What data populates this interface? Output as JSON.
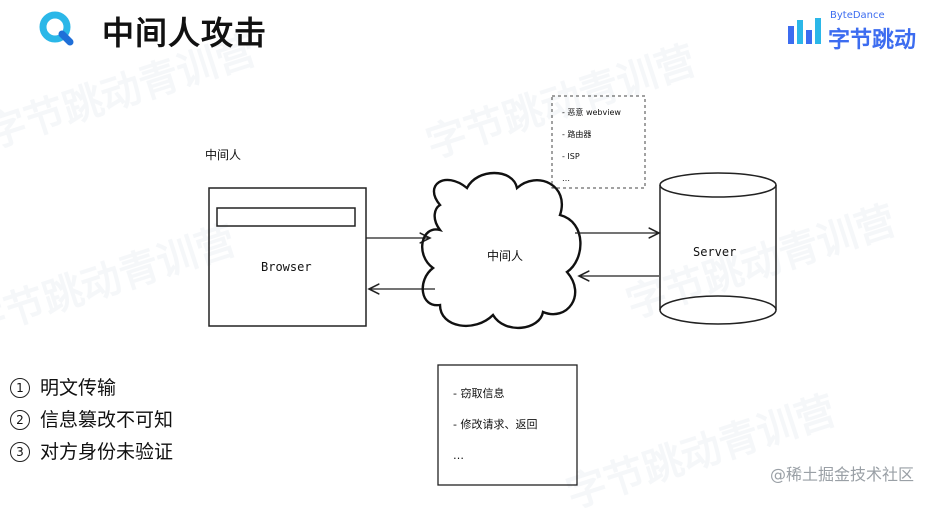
{
  "header": {
    "title": "中间人攻击",
    "brand_en": "ByteDance",
    "brand_cn": "字节跳动"
  },
  "watermark_text": "字节跳动青训营",
  "diagram": {
    "mitm_label": "中间人",
    "browser_label": "Browser",
    "cloud_label": "中间人",
    "server_label": "Server",
    "top_note": [
      "- 恶意 webview",
      "- 路由器",
      "- ISP",
      "…"
    ],
    "bottom_note": [
      "- 窃取信息",
      "- 修改请求、返回",
      "…"
    ]
  },
  "risks": [
    {
      "num": "1",
      "text": "明文传输"
    },
    {
      "num": "2",
      "text": "信息篡改不可知"
    },
    {
      "num": "3",
      "text": "对方身份未验证"
    }
  ],
  "footer": "@稀土掘金技术社区",
  "colors": {
    "accent": "#3c6cf0",
    "logo_cyan": "#2bb7e8"
  }
}
